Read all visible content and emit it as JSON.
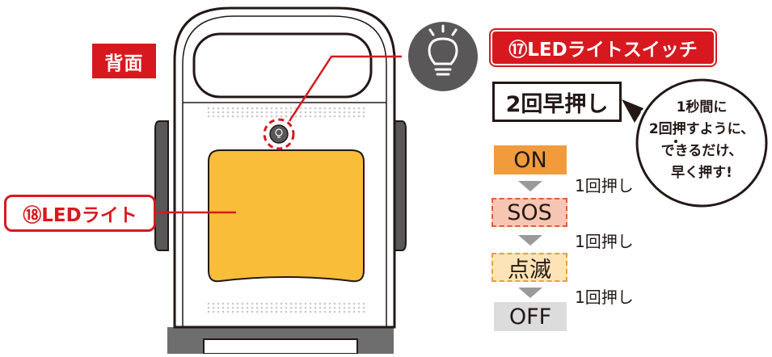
{
  "labels": {
    "back": "背面",
    "switch": "⑰LEDライトスイッチ",
    "double_press": "2回早押し",
    "bubble": [
      "1秒間に",
      "2回押すように、",
      "できるだけ、",
      "早く押す!"
    ],
    "light": "⑱LEDライト"
  },
  "modes": [
    {
      "label": "ON"
    },
    {
      "label": "SOS"
    },
    {
      "label": "点滅"
    },
    {
      "label": "OFF"
    }
  ],
  "press_labels": [
    "1回押し",
    "1回押し",
    "1回押し"
  ],
  "colors": {
    "red": "#d7191f",
    "panel_orange": "#f9bd3a",
    "on": "#f29b3c",
    "sos": "#f7c6b3",
    "tenmetsu": "#fde3b5",
    "off": "#dcdcdc",
    "arrow_gray": "#9a9a9a",
    "dark": "#231815",
    "button_dark": "#595757"
  },
  "icons": {
    "switch": "lightbulb-icon",
    "mode_arrow": "triangle-down-icon"
  }
}
